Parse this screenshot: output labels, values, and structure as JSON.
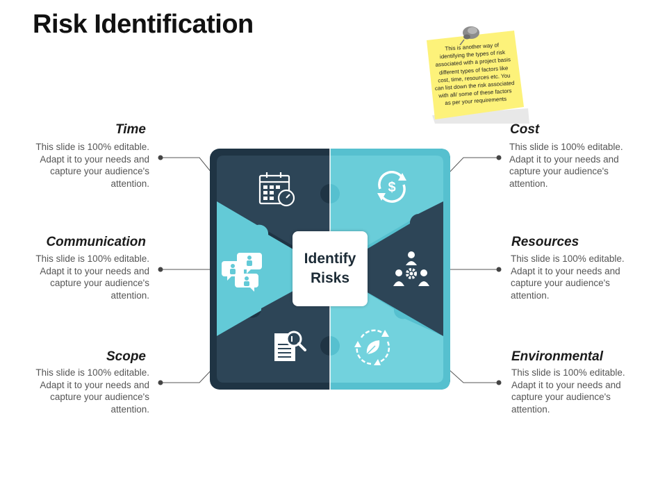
{
  "title": "Risk Identification",
  "note": {
    "text": "This is another way of identifying the types of risk associated with a project basis different types of factors like cost, time, resources etc. You can list down the risk associated with all/ some of these factors as per your requirements",
    "pin_icon": "pushpin-icon"
  },
  "center": {
    "line1": "Identify",
    "line2": "Risks"
  },
  "categories": [
    {
      "label": "Time",
      "icon": "calendar-clock-icon",
      "description": "This slide is 100% editable. Adapt it to your needs and capture your audience's attention."
    },
    {
      "label": "Communication",
      "icon": "chat-people-icon",
      "description": "This slide is 100% editable. Adapt it to your needs and capture your audience's attention."
    },
    {
      "label": "Scope",
      "icon": "document-search-icon",
      "description": "This slide is 100% editable. Adapt it to your needs and capture your audience's attention."
    },
    {
      "label": "Cost",
      "icon": "dollar-cycle-icon",
      "description": "This slide is 100% editable. Adapt it to your needs and capture your audience's attention."
    },
    {
      "label": "Resources",
      "icon": "team-gear-icon",
      "description": "This slide is 100% editable. Adapt it to your needs and capture your audience's attention."
    },
    {
      "label": "Environmental",
      "icon": "leaf-recycle-icon",
      "description": "This slide is 100% editable. Adapt it to your needs and capture your audience's attention."
    }
  ],
  "colors": {
    "dark": "#23394a",
    "teal": "#5ec7d6",
    "teal_light": "#7fd4df",
    "note": "#fdf27a"
  }
}
